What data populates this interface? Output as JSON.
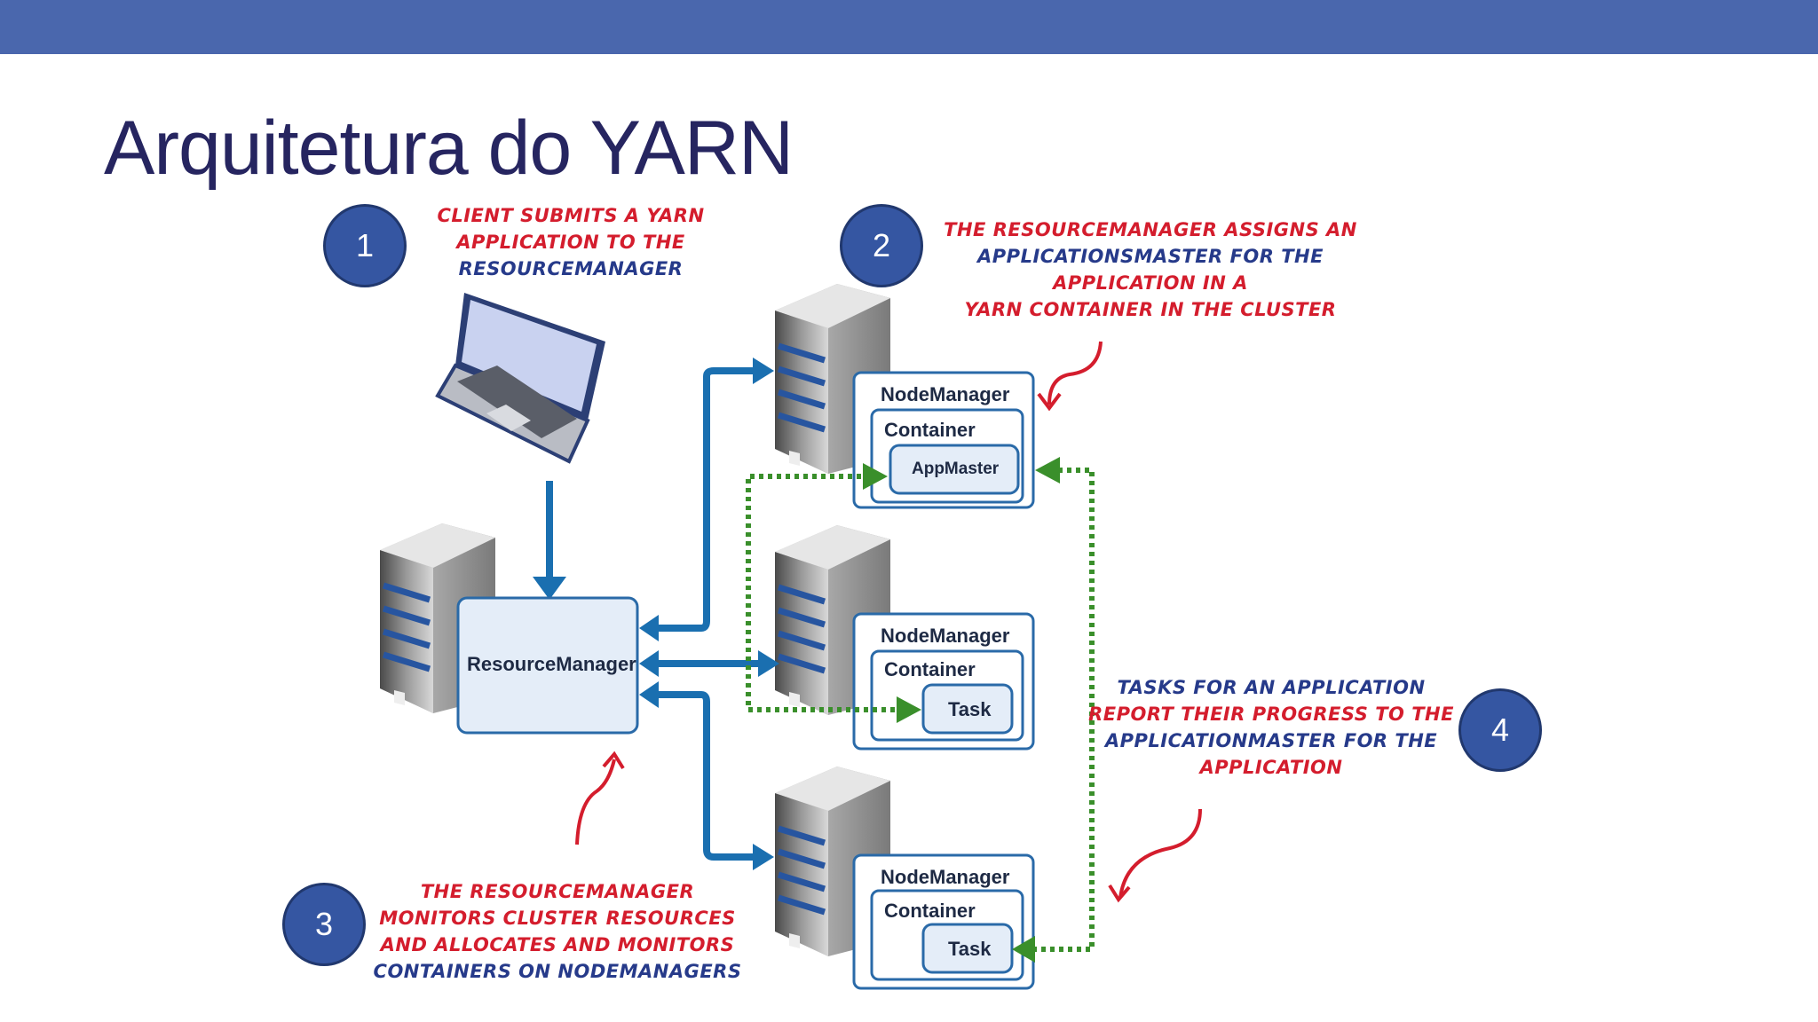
{
  "title": "Arquitetura do YARN",
  "badges": [
    "1",
    "2",
    "3",
    "4"
  ],
  "notes": {
    "step1": [
      "CLIENT SUBMITS A YARN",
      "APPLICATION TO THE",
      "RESOURCEMANAGER"
    ],
    "step2": [
      "THE RESOURCEMANAGER ASSIGNS AN",
      "APPLICATIONSMASTER FOR THE",
      "APPLICATION IN A",
      "YARN  CONTAINER IN THE CLUSTER"
    ],
    "step3": [
      "THE RESOURCEMANAGER",
      "MONITORS CLUSTER RESOURCES",
      "AND ALLOCATES AND MONITORS",
      "CONTAINERS ON NODEMANAGERS"
    ],
    "step4": [
      "TASKS FOR AN APPLICATION",
      "REPORT THEIR PROGRESS TO THE",
      "APPLICATIONMASTER FOR THE",
      "APPLICATION"
    ]
  },
  "resource_manager": "ResourceManager",
  "nodes": [
    {
      "manager": "NodeManager",
      "container": "Container",
      "inner": "AppMaster"
    },
    {
      "manager": "NodeManager",
      "container": "Container",
      "inner": "Task"
    },
    {
      "manager": "NodeManager",
      "container": "Container",
      "inner": "Task"
    }
  ],
  "colors": {
    "header_bar": "#4a67ad",
    "title": "#262560",
    "badge": "#3556a2",
    "note_red": "#d41d2d",
    "note_blue": "#263a8a",
    "arrow_blue": "#1a6fb0",
    "arrow_green": "#3a8f2b",
    "box_fill": "#e4edf8",
    "box_stroke": "#2a6aa8"
  }
}
